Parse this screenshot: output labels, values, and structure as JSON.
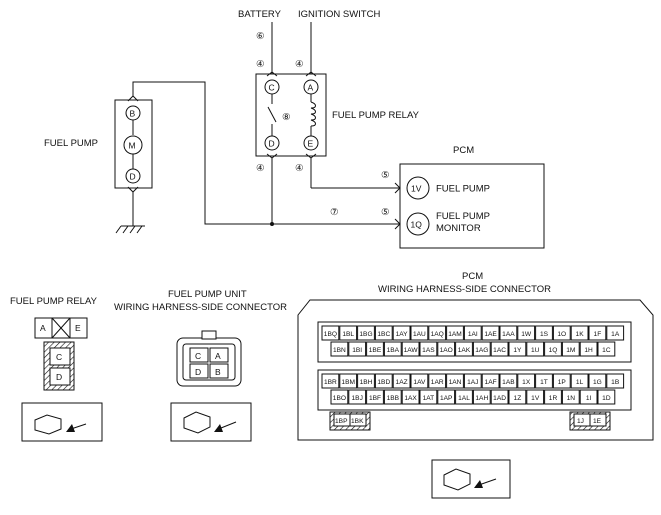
{
  "schematic": {
    "battery": "BATTERY",
    "ignition_switch": "IGNITION SWITCH",
    "fuel_pump": "FUEL PUMP",
    "fuel_pump_relay": "FUEL PUMP RELAY",
    "pcm": "PCM",
    "pcm_terminal_1v": "1V",
    "pcm_terminal_1v_label": "FUEL PUMP",
    "pcm_terminal_1q": "1Q",
    "pcm_terminal_1q_label_line1": "FUEL PUMP",
    "pcm_terminal_1q_label_line2": "MONITOR",
    "relay_terminals": [
      "C",
      "A",
      "D",
      "E"
    ],
    "pump_terminals": [
      "B",
      "M",
      "D"
    ],
    "step_refs": [
      "⑥",
      "④",
      "④",
      "⑧",
      "④",
      "④",
      "⑤",
      "⑤",
      "⑦"
    ]
  },
  "connectors": {
    "relay_title": "FUEL PUMP RELAY",
    "relay_top_pins": [
      "A",
      "E"
    ],
    "relay_side_pins": [
      "C",
      "D"
    ],
    "pump_title_line1": "FUEL PUMP UNIT",
    "pump_title_line2": "WIRING HARNESS-SIDE CONNECTOR",
    "pump_pins": [
      "C",
      "A",
      "D",
      "B"
    ],
    "pcm_title_line1": "PCM",
    "pcm_title_line2": "WIRING HARNESS-SIDE CONNECTOR",
    "pcm_row1": [
      "1BQ",
      "1BL",
      "1BG",
      "1BC",
      "1AY",
      "1AU",
      "1AQ",
      "1AM",
      "1AI",
      "1AE",
      "1AA",
      "1W",
      "1S",
      "1O",
      "1K",
      "1F",
      "1A"
    ],
    "pcm_row2": [
      "1BN",
      "1BI",
      "1BE",
      "1BA",
      "1AW",
      "1AS",
      "1AO",
      "1AK",
      "1AG",
      "1AC",
      "1Y",
      "1U",
      "1Q",
      "1M",
      "1H",
      "1C"
    ],
    "pcm_row3": [
      "1BR",
      "1BM",
      "1BH",
      "1BD",
      "1AZ",
      "1AV",
      "1AR",
      "1AN",
      "1AJ",
      "1AF",
      "1AB",
      "1X",
      "1T",
      "1P",
      "1L",
      "1G",
      "1B"
    ],
    "pcm_row4": [
      "1BO",
      "1BJ",
      "1BF",
      "1BB",
      "1AX",
      "1AT",
      "1AP",
      "1AL",
      "1AH",
      "1AD",
      "1Z",
      "1V",
      "1R",
      "1N",
      "1I",
      "1D"
    ],
    "pcm_corner_left": [
      "1BP",
      "1BK"
    ],
    "pcm_corner_right": [
      "1J",
      "1E"
    ]
  }
}
